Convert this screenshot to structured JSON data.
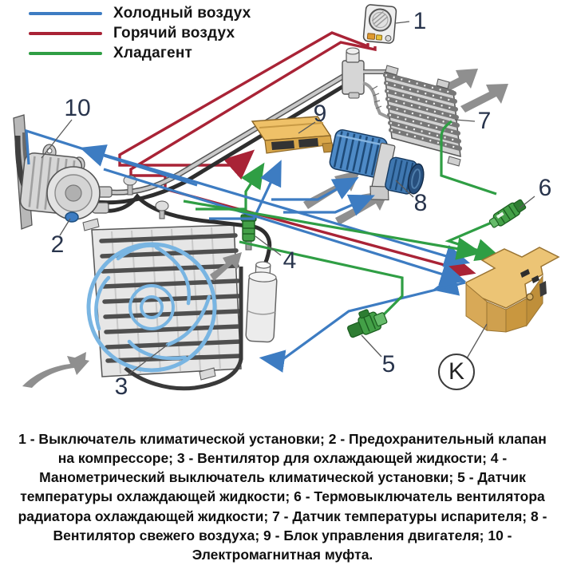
{
  "legend": {
    "items": [
      {
        "name": "cold-air",
        "label": "Холодный воздух",
        "color": "#3d7cc2"
      },
      {
        "name": "hot-air",
        "label": "Горячий воздух",
        "color": "#a92336"
      },
      {
        "name": "refrigerant",
        "label": "Хладагент",
        "color": "#2f9e44"
      }
    ]
  },
  "callouts": [
    {
      "id": "1",
      "label": "1"
    },
    {
      "id": "2",
      "label": "2"
    },
    {
      "id": "3",
      "label": "3"
    },
    {
      "id": "4",
      "label": "4"
    },
    {
      "id": "5",
      "label": "5"
    },
    {
      "id": "6",
      "label": "6"
    },
    {
      "id": "7",
      "label": "7"
    },
    {
      "id": "8",
      "label": "8"
    },
    {
      "id": "9",
      "label": "9"
    },
    {
      "id": "10",
      "label": "10"
    },
    {
      "id": "K",
      "label": "K"
    }
  ],
  "caption": {
    "text": "1 - Выключатель климатической установки; 2 - Предохранительный клапан на компрессоре; 3 - Вентилятор для охлаждающей жидкости; 4 - Манометрический выключатель климатической установки; 5 - Датчик температуры охлаждающей жидкости; 6 - Термовыключатель вентилятора радиатора охлаждающей жидкости; 7 - Датчик температуры испарителя; 8 - Вентилятор свежего воздуха; 9 - Блок управления двигателя; 10 - Электромагнитная муфта."
  },
  "palette": {
    "ecu_orange": "#efc168",
    "relay_tan": "#ecc475",
    "fan_blue": "#79b5e2",
    "blower_blue": "#4e8ac6",
    "pipe_black": "#3a3a3a",
    "airflow_gray": "#8f8f8f"
  }
}
